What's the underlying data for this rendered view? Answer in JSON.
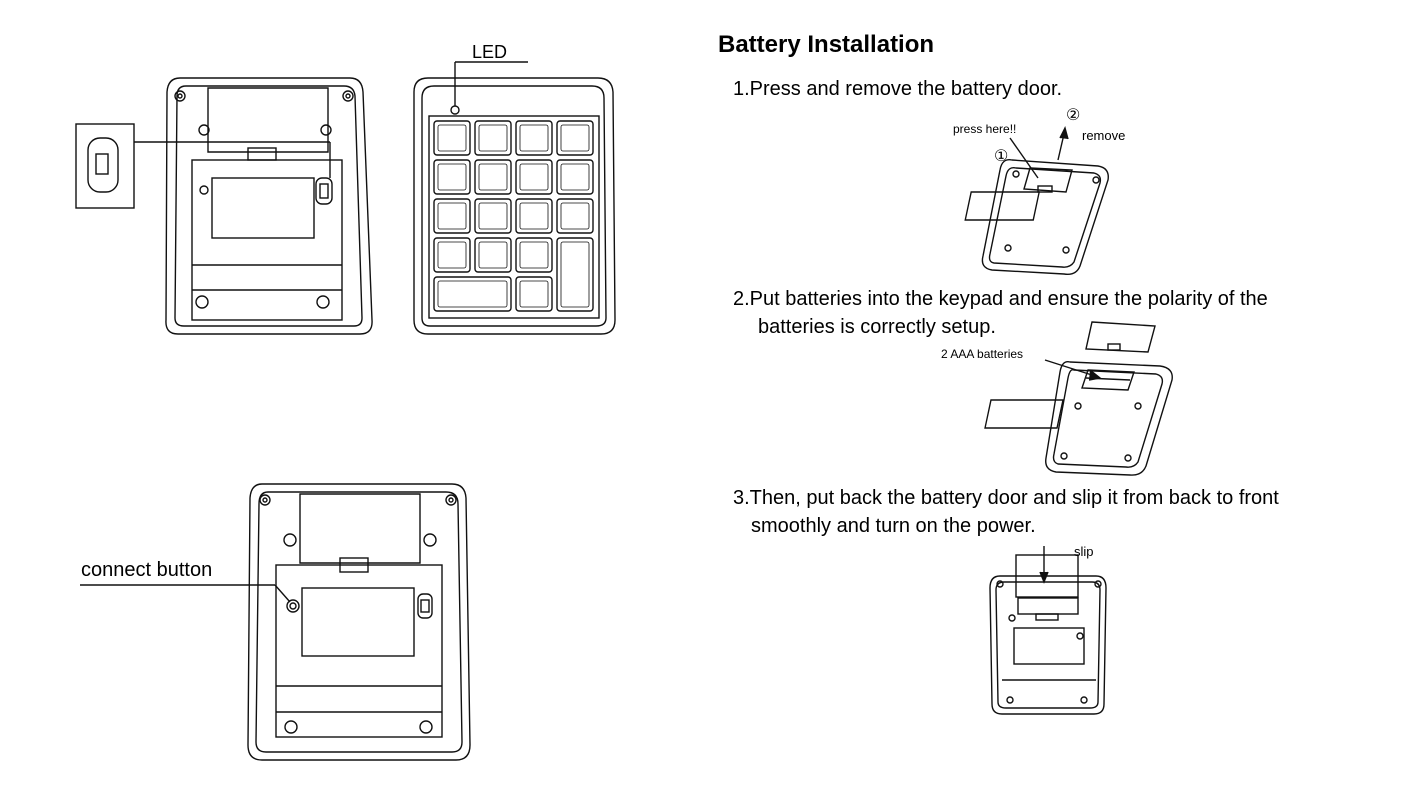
{
  "title": "Battery Installation",
  "steps": [
    "1.Press and remove the battery door.",
    "2.Put batteries into the keypad and ensure the polarity of the",
    "batteries is correctly setup.",
    "3.Then, put back the battery door and slip it from back to front",
    "smoothly and turn on the power."
  ],
  "labels": {
    "led": "LED",
    "connect_button": "connect button",
    "press_here": "press here!!",
    "remove": "remove",
    "marker_1": "①",
    "marker_2": "②",
    "aaa_batteries": "2 AAA batteries",
    "slip": "slip"
  }
}
